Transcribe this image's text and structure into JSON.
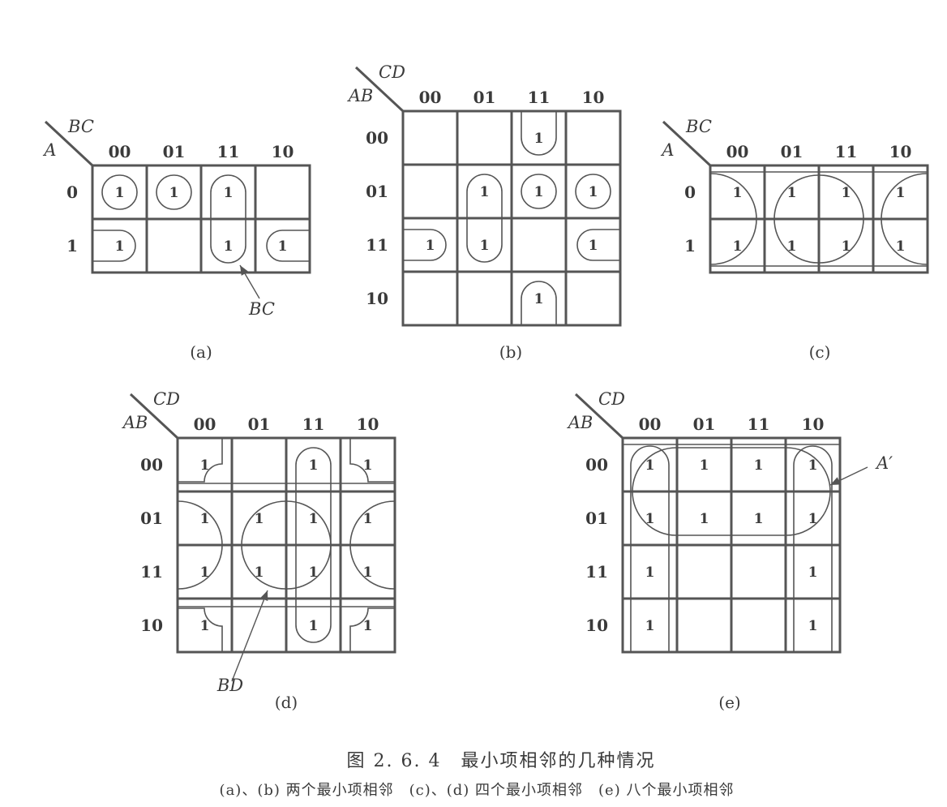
{
  "diagrams": [
    {
      "id": "a",
      "sublabel": "(a)",
      "row_var": "A",
      "col_var": "BC",
      "col_labels": [
        "00",
        "01",
        "11",
        "10"
      ],
      "row_labels": [
        "0",
        "1"
      ],
      "ones": [
        [
          "1",
          "1",
          "1",
          ""
        ],
        [
          "1",
          "",
          "1",
          "1"
        ]
      ],
      "annotation": "BC"
    },
    {
      "id": "b",
      "sublabel": "(b)",
      "row_var": "AB",
      "col_var": "CD",
      "col_labels": [
        "00",
        "01",
        "11",
        "10"
      ],
      "row_labels": [
        "00",
        "01",
        "11",
        "10"
      ],
      "ones": [
        [
          "",
          "",
          "1",
          ""
        ],
        [
          "",
          "1",
          "1",
          "1"
        ],
        [
          "1",
          "1",
          "",
          "1"
        ],
        [
          "",
          "",
          "1",
          ""
        ]
      ]
    },
    {
      "id": "c",
      "sublabel": "(c)",
      "row_var": "A",
      "col_var": "BC",
      "col_labels": [
        "00",
        "01",
        "11",
        "10"
      ],
      "row_labels": [
        "0",
        "1"
      ],
      "ones": [
        [
          "1",
          "1",
          "1",
          "1"
        ],
        [
          "1",
          "1",
          "1",
          "1"
        ]
      ]
    },
    {
      "id": "d",
      "sublabel": "(d)",
      "row_var": "AB",
      "col_var": "CD",
      "col_labels": [
        "00",
        "01",
        "11",
        "10"
      ],
      "row_labels": [
        "00",
        "01",
        "11",
        "10"
      ],
      "ones": [
        [
          "1",
          "",
          "1",
          "1"
        ],
        [
          "1",
          "1",
          "1",
          "1"
        ],
        [
          "1",
          "1",
          "1",
          "1"
        ],
        [
          "1",
          "",
          "1",
          "1"
        ]
      ],
      "annotation": "BD"
    },
    {
      "id": "e",
      "sublabel": "(e)",
      "row_var": "AB",
      "col_var": "CD",
      "col_labels": [
        "00",
        "01",
        "11",
        "10"
      ],
      "row_labels": [
        "00",
        "01",
        "11",
        "10"
      ],
      "ones": [
        [
          "1",
          "1",
          "1",
          "1"
        ],
        [
          "1",
          "1",
          "1",
          "1"
        ],
        [
          "1",
          "",
          "",
          "1"
        ],
        [
          "1",
          "",
          "",
          "1"
        ]
      ],
      "annotation": "A′"
    }
  ],
  "caption": {
    "title": "图 2. 6. 4　最小项相邻的几种情况",
    "subtitle": "(a)、(b) 两个最小项相邻　(c)、(d) 四个最小项相邻　(e) 八个最小项相邻"
  }
}
